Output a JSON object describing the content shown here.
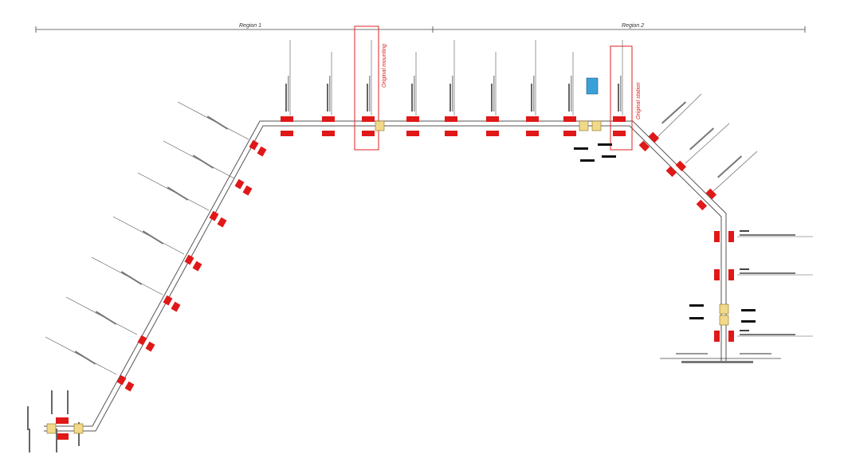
{
  "regions": [
    {
      "label": "Region 1"
    },
    {
      "label": "Region 2"
    }
  ],
  "annotations": [
    {
      "label": "Original mounting",
      "color": "#e02020"
    },
    {
      "label": "Original station",
      "color": "#e02020"
    }
  ],
  "colors": {
    "line": "#555555",
    "block": "#e01818",
    "highlight_box": "#e02020",
    "switch_fill": "#f1d98a",
    "signal_fill": "#3aa0d8"
  }
}
